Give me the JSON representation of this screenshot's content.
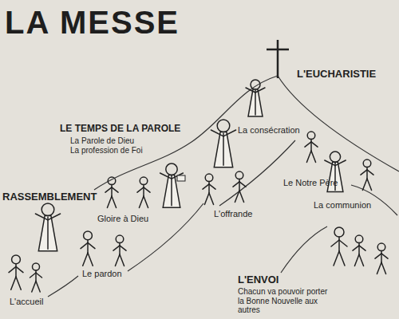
{
  "diagram": {
    "title": "LA MESSE",
    "labels": [
      "RASSEMBLEMENT",
      "L'accueil",
      "Le pardon",
      "Gloire à Dieu",
      "LE TEMPS DE LA PAROLE",
      "La Parole de Dieu",
      "La profession de Foi",
      "L'offrande",
      "La consécration",
      "L'EUCHARISTIE",
      "Le Notre Père",
      "La communion",
      "L'ENVOI",
      "Chacun va pouvoir porter la Bonne Nouvelle aux autres"
    ]
  }
}
